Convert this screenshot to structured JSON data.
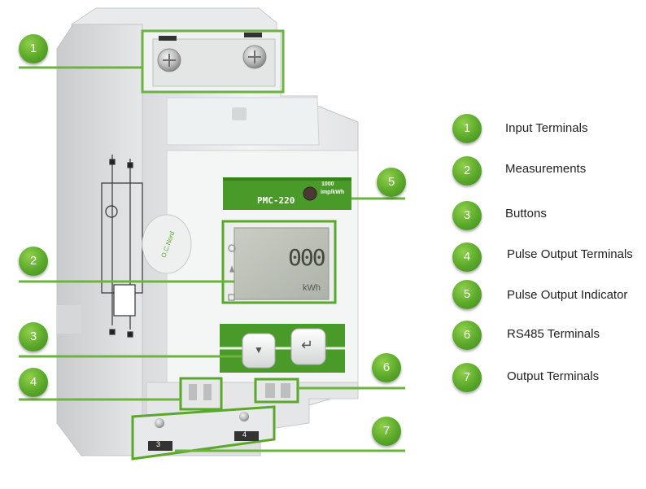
{
  "device": {
    "model": "PMC-220",
    "pulse_rate_line1": "1000",
    "pulse_rate_line2": "imp/kWh",
    "display_value": "000",
    "display_unit": "kWh",
    "terminal_left_num": "3",
    "terminal_right_num": "4",
    "brand_text": "O.C. Nord"
  },
  "callouts": [
    {
      "num": "1"
    },
    {
      "num": "2"
    },
    {
      "num": "3"
    },
    {
      "num": "4"
    },
    {
      "num": "5"
    },
    {
      "num": "6"
    },
    {
      "num": "7"
    }
  ],
  "legend": [
    {
      "num": "1",
      "label": "Input Terminals"
    },
    {
      "num": "2",
      "label": "Measurements"
    },
    {
      "num": "3",
      "label": "Buttons"
    },
    {
      "num": "4",
      "label": "Pulse Output Terminals"
    },
    {
      "num": "5",
      "label": "Pulse Output Indicator"
    },
    {
      "num": "6",
      "label": "RS485 Terminals"
    },
    {
      "num": "7",
      "label": "Output Terminals"
    }
  ],
  "colors": {
    "accent_green": "#5aa82a",
    "line_green": "#6db33f",
    "lcd": "#bfc4bb"
  }
}
